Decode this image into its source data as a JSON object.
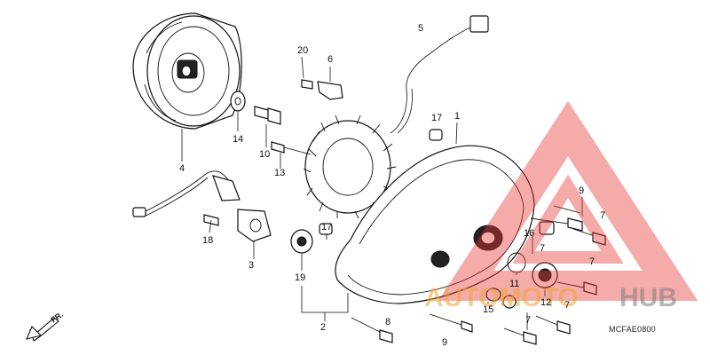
{
  "diagram": {
    "front_label": "FR.",
    "figure_code": "MCFAE0800"
  },
  "callouts": [
    "20",
    "6",
    "5",
    "14",
    "10",
    "13",
    "4",
    "17",
    "1",
    "18",
    "3",
    "19",
    "2",
    "8",
    "9",
    "9",
    "7",
    "16",
    "7",
    "7",
    "11",
    "12",
    "7",
    "15",
    "7",
    "17"
  ],
  "watermark": {
    "part1": "AUTOMOTO",
    "part2": "HUB",
    "colors": {
      "triangle": "#e53935",
      "word1": "#f0a43a",
      "word2": "#7d7d7d"
    }
  }
}
